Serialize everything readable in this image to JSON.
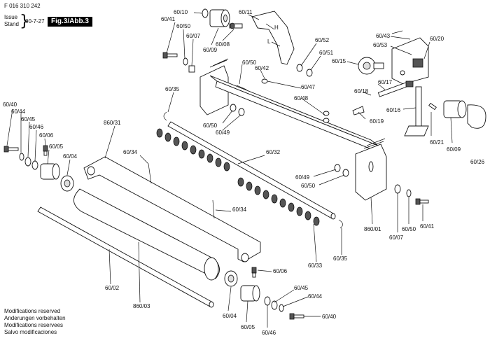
{
  "header": {
    "doc_number": "F 016 310 242",
    "issue_label": "Issue",
    "stand_label": "Stand",
    "issue_date": "00-7-27",
    "figure_tag": "Fig.3/Abb.3"
  },
  "footer_notes": [
    "Modifications reserved",
    "Anderungen vorbehalten",
    "Modifications reservees",
    "Salvo modificaciones"
  ],
  "part_labels": {
    "p60_10": "60/10",
    "p60_11": "60/11",
    "p60_41_top": "60/41",
    "p60_50_top": "60/50",
    "p60_07_top": "60/07",
    "p60_08": "60/08",
    "p60_09_top": "60/09",
    "p60_52": "60/52",
    "p60_51": "60/51",
    "p60_43": "60/43",
    "p60_53": "60/53",
    "p60_20": "60/20",
    "p60_15": "60/15",
    "p60_50_mid": "60/50",
    "p60_42": "60/42",
    "p60_47": "60/47",
    "p60_48": "60/48",
    "p60_17": "60/17",
    "p60_18": "60/18",
    "p60_16": "60/16",
    "p60_19": "60/19",
    "p60_35_top": "60/35",
    "p60_40_left": "60/40",
    "p60_44_left": "60/44",
    "p60_45_left": "60/45",
    "p60_46_left": "60/46",
    "p60_06_left": "60/06",
    "p60_05_left": "60/05",
    "p60_04_left": "60/04",
    "p860_31": "860/31",
    "p60_50_left": "60/50",
    "p60_49_left": "60/49",
    "p60_21": "60/21",
    "p60_09_right": "60/09",
    "p60_26": "60/26",
    "p60_34_top": "60/34",
    "p60_32": "60/32",
    "p60_49_right": "60/49",
    "p60_50_right": "60/50",
    "p860_01": "860/01",
    "p60_07_right": "60/07",
    "p60_50_right2": "60/50",
    "p60_41_right": "60/41",
    "p60_34_mid": "60/34",
    "p60_33": "60/33",
    "p60_35_bottom": "60/35",
    "p60_02": "60/02",
    "p860_03": "860/03",
    "p60_06_bottom": "60/06",
    "p60_45_bottom": "60/45",
    "p60_44_bottom": "60/44",
    "p60_40_bottom": "60/40",
    "p60_04_bottom": "60/04",
    "p60_05_bottom": "60/05",
    "p60_46_bottom": "60/46"
  },
  "shaft_letters": {
    "h": "H",
    "l": "L"
  }
}
